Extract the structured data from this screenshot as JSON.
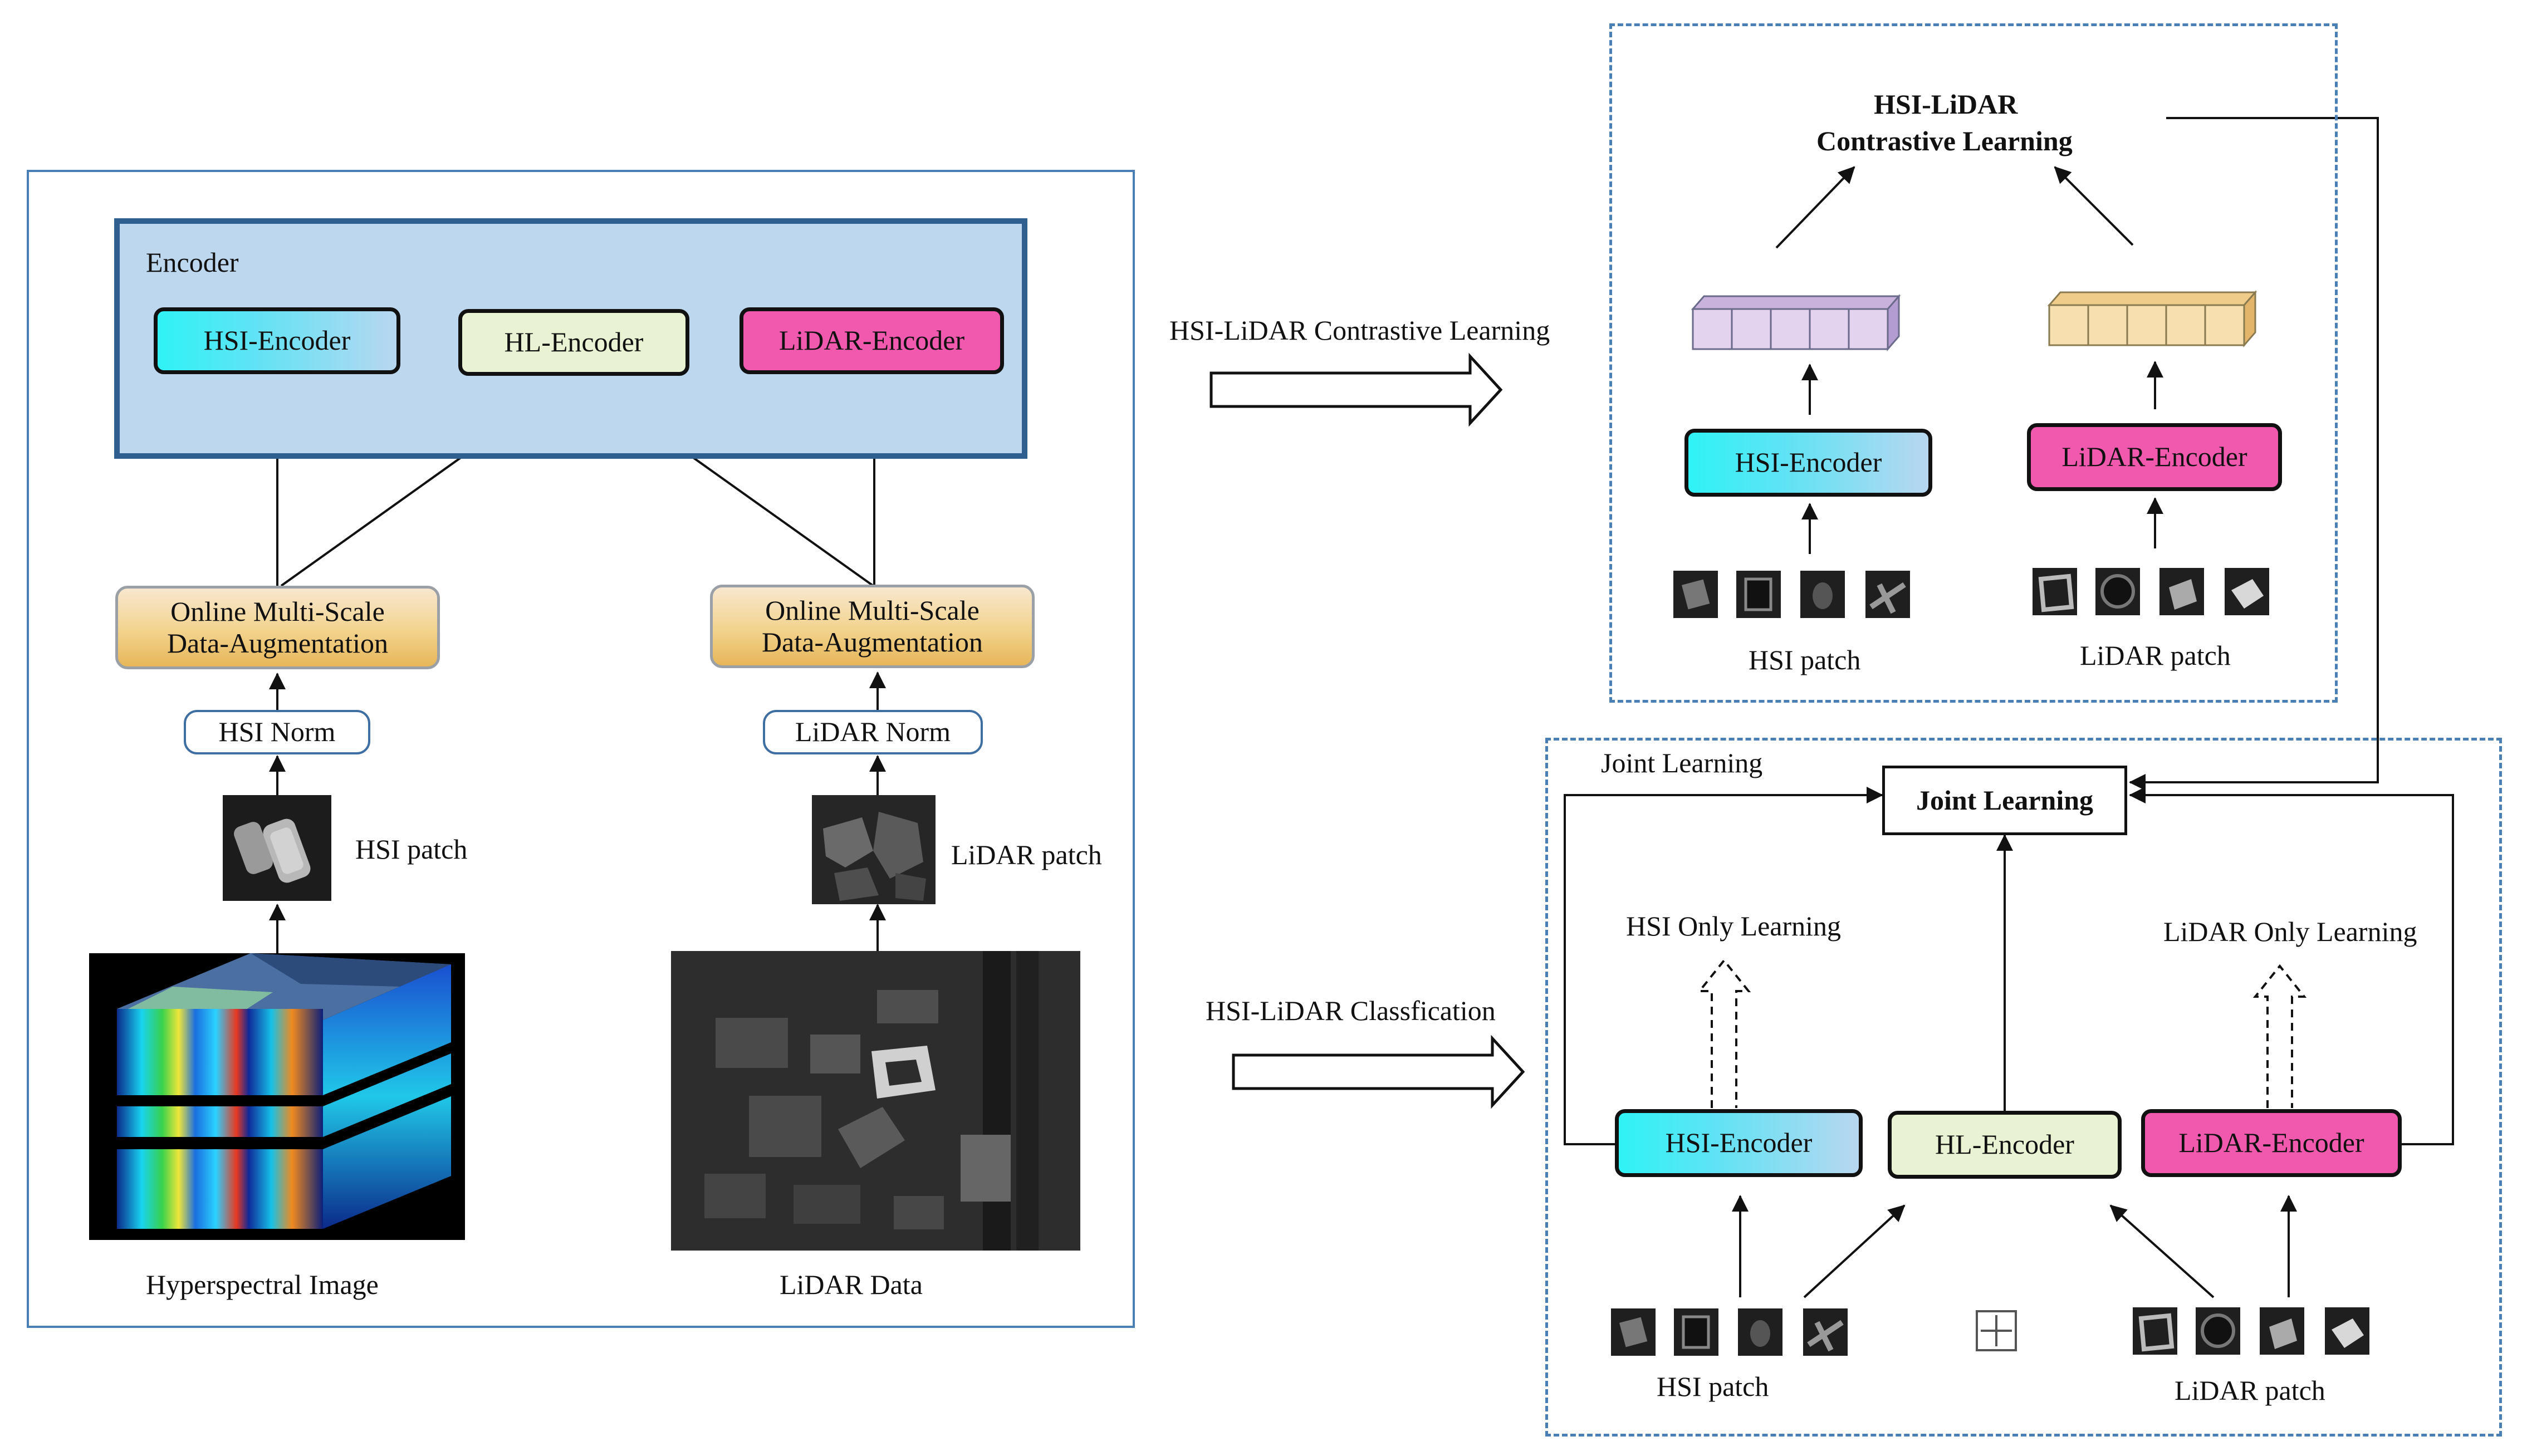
{
  "left_panel": {
    "encoder_title": "Encoder",
    "hsi_encoder": "HSI-Encoder",
    "hl_encoder": "HL-Encoder",
    "lidar_encoder": "LiDAR-Encoder",
    "aug_left": "Online Multi-Scale\nData-Augmentation",
    "aug_right": "Online Multi-Scale\nData-Augmentation",
    "hsi_norm": "HSI Norm",
    "lidar_norm": "LiDAR Norm",
    "hsi_patch": "HSI patch",
    "lidar_patch": "LiDAR patch",
    "hsi_image_caption": "Hyperspectral Image",
    "lidar_image_caption": "LiDAR Data"
  },
  "middle": {
    "arrow_top_label": "HSI-LiDAR  Contrastive Learning",
    "arrow_bottom_label": "HSI-LiDAR  Classfication"
  },
  "top_right": {
    "title_line1": "HSI-LiDAR",
    "title_line2": "Contrastive Learning",
    "hsi_encoder": "HSI-Encoder",
    "lidar_encoder": "LiDAR-Encoder",
    "hsi_patch": "HSI patch",
    "lidar_patch": "LiDAR patch"
  },
  "bottom_right": {
    "frame_title": "Joint Learning",
    "joint_box": "Joint Learning",
    "hsi_only": "HSI  Only Learning",
    "lidar_only": "LiDAR   Only Learning",
    "hsi_encoder": "HSI-Encoder",
    "hl_encoder": "HL-Encoder",
    "lidar_encoder": "LiDAR-Encoder",
    "hsi_patch": "HSI patch",
    "lidar_patch": "LiDAR patch"
  },
  "colors": {
    "frame_blue": "#4a7fb5",
    "encoder_fill": "#bdd7ee",
    "hsi_encoder": "#2ff3f6",
    "hl_encoder": "#e9f3d3",
    "lidar_encoder": "#f059ad",
    "augmentation": "#f2d38d",
    "hsi_feature": "#d9c6e6",
    "lidar_feature": "#f6dba8"
  }
}
